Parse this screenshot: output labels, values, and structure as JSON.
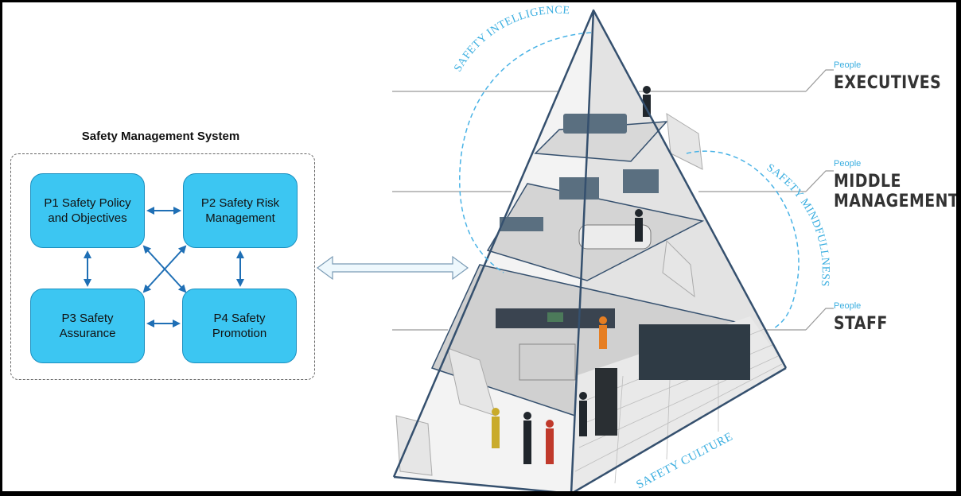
{
  "sms": {
    "title": "Safety Management System",
    "p1": "P1 Safety Policy\nand Objectives",
    "p2": "P2 Safety Risk\nManagement",
    "p3": "P3 Safety\nAssurance",
    "p4": "P4 Safety\nPromotion"
  },
  "pyramid": {
    "arc_intelligence": "SAFETY INTELLIGENCE",
    "arc_mindfullness": "SAFETY MINDFULLNESS",
    "arc_culture": "SAFETY CULTURE",
    "levels": [
      {
        "tag": "People",
        "label": "EXECUTIVES"
      },
      {
        "tag": "People",
        "label": "MIDDLE\nMANAGEMENT"
      },
      {
        "tag": "People",
        "label": "STAFF"
      }
    ]
  },
  "colors": {
    "box_fill": "#3cc6f2",
    "box_border": "#1b8fbf",
    "arrow": "#1f6fb5",
    "pyramid_edge": "#35506e",
    "accent": "#3aaee0",
    "label_text": "#333333"
  }
}
